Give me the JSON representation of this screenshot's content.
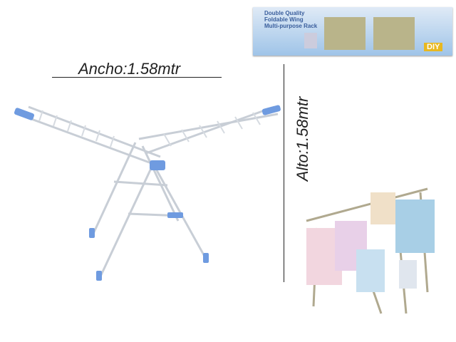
{
  "package": {
    "line1": "Double Quality",
    "line2": "Foldable Wing",
    "line3": "Multi-purpose Rack",
    "badge": "DIY"
  },
  "dimensions": {
    "width_label": "Ancho:1.58mtr",
    "height_label": "Alto:1.58mtr"
  },
  "colors": {
    "accent": "#5a8fd8",
    "frame": "#d8dde3"
  }
}
